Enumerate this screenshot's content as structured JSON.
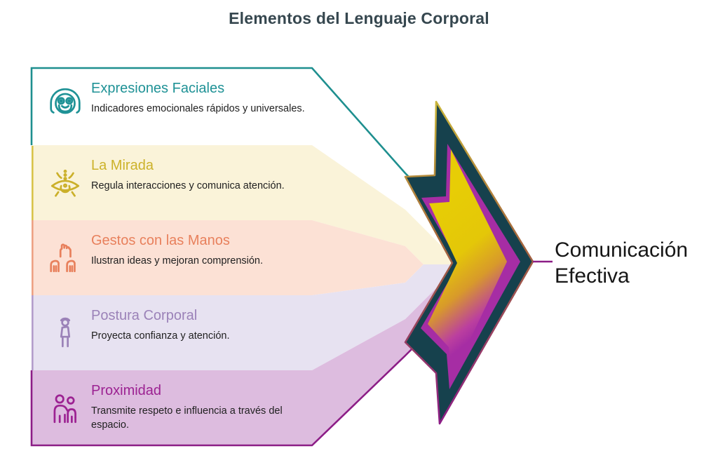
{
  "title": "Elementos del Lenguaje Corporal",
  "rows": [
    {
      "title": "Expresiones Faciales",
      "description": "Indicadores emocionales rápidos y universales.",
      "icon": "face-icon",
      "accent_color": "#1f9296",
      "band_color": "#ffffff"
    },
    {
      "title": "La Mirada",
      "description": "Regula interacciones y comunica atención.",
      "icon": "eye-icon",
      "accent_color": "#ccb22a",
      "band_color": "#faf3d9"
    },
    {
      "title": "Gestos con las Manos",
      "description": "Ilustran ideas y mejoran comprensión.",
      "icon": "hands-icon",
      "accent_color": "#e8805c",
      "band_color": "#fce1d5"
    },
    {
      "title": "Postura Corporal",
      "description": "Proyecta confianza y atención.",
      "icon": "person-icon",
      "accent_color": "#9b82b8",
      "band_color": "#e7e2f1"
    },
    {
      "title": "Proximidad",
      "description": "Transmite respeto e influencia a través del espacio.",
      "icon": "people-icon",
      "accent_color": "#9c2292",
      "band_color": "#ddbcdf"
    }
  ],
  "result": {
    "line1": "Comunicación",
    "line2": "Efectiva"
  },
  "arrow_colors": {
    "outer_teal": "#16414d",
    "yellow": "#e5cb06",
    "gradient_mid": "#d89a2a",
    "magenta": "#a62da4",
    "outline_purple": "#8c1d86",
    "outline_gold": "#c9b53a"
  }
}
